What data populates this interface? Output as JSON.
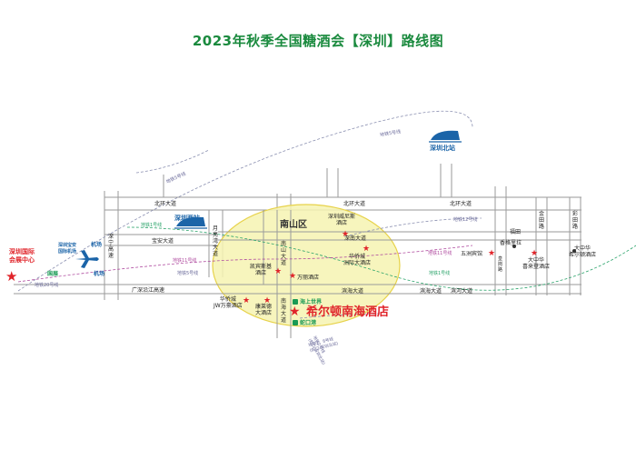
{
  "title": "2023年秋季全国糖酒会【深圳】路线图",
  "colors": {
    "title": "#1a8a3e",
    "road_outline": "#9a9a9a",
    "district_fill": "#f6f3b2",
    "district_stroke": "#e7d24a",
    "metro_dash": "#8a8fb0",
    "star": "#e0242a",
    "highlight_text": "#e0242a",
    "metro_badge": "#1a9a55",
    "station_text": "#1b64a8"
  },
  "district": "南山区",
  "stations": {
    "north": "深圳北站",
    "west": "深圳西站",
    "airport": "深圳宝安\n国际机场",
    "airport_lines": [
      "机场",
      "机场"
    ]
  },
  "roads": {
    "beihuan_1": "北环大道",
    "beihuan_2": "北环大道",
    "beihuan_3": "北环大道",
    "baoan": "宝安大道",
    "guangshen": "广深沿江高速",
    "shenzhen_nan": "深南大道",
    "binhai_1": "滨海大道",
    "binhai_2": "滨海大道",
    "binhe": "滨河大道",
    "nanhai": "南\n海\n大\n道",
    "nanshan": "南\n山\n大\n道",
    "yueliangwan": "月\n亮\n湾\n大\n道",
    "shennan_express": "深\n宁\n高\n速",
    "futian": "福田",
    "jintian": "金\n田\n路",
    "caitian": "彩\n田\n路",
    "huanggang": "皇\n岗\n路"
  },
  "metro": [
    "地铁5号线",
    "地铁5号线",
    "地铁1号线",
    "地铁11号线",
    "地铁5号线",
    "地铁20号线",
    "地铁11号线",
    "地铁1号线",
    "地铁12号线",
    "地铁2、8号线\n(蛇口-深圳北站)",
    "地铁2号线\n(蛇口-深圳北站)"
  ],
  "ports": [
    "海上世界",
    "蛇口港"
  ],
  "venues": {
    "expo": "深圳国际\n会展中心",
    "expo_line": "国展",
    "featured_hotel": "希尔顿南海酒店"
  },
  "hotels": [
    "深圳威尼斯\n酒店",
    "华侨城\n洲际大酒店",
    "凯宾斯基\n酒店",
    "万丽酒店",
    "华侨城\nJW万豪酒店",
    "康莱德\n大酒店",
    "五洲宾馆",
    "香格里拉",
    "大中华\n喜来登酒店",
    "大中华\n希尔顿酒店"
  ]
}
